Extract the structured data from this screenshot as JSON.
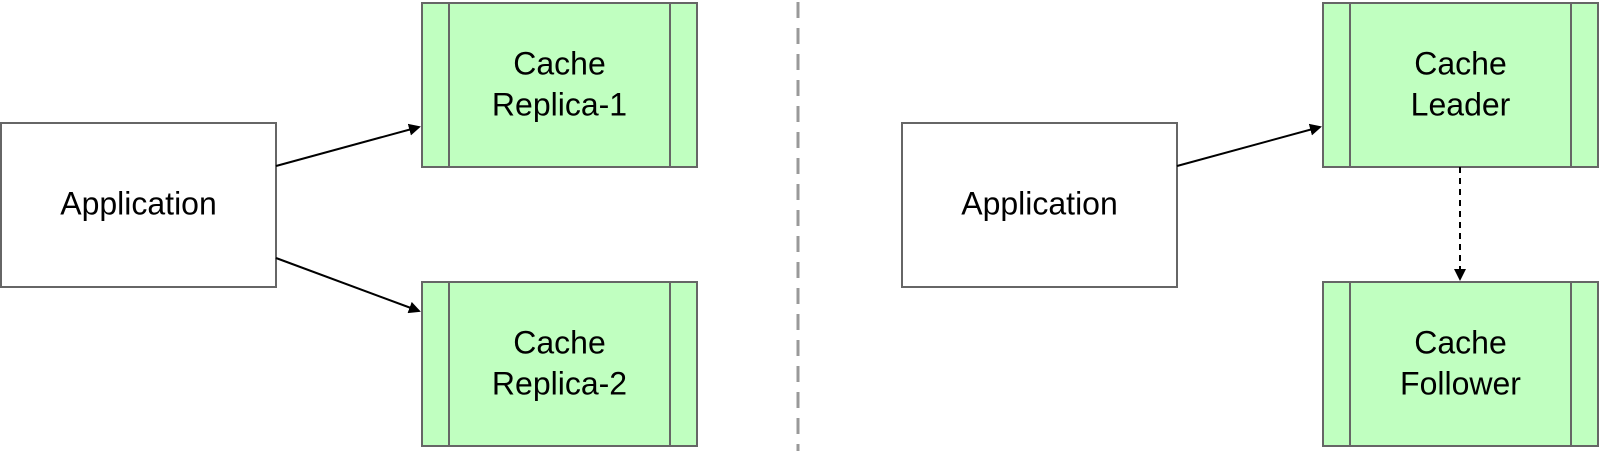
{
  "left_panel": {
    "application": {
      "label": "Application"
    },
    "replica_1": {
      "line1": "Cache",
      "line2": "Replica-1"
    },
    "replica_2": {
      "line1": "Cache",
      "line2": "Replica-2"
    }
  },
  "right_panel": {
    "application": {
      "label": "Application"
    },
    "leader": {
      "line1": "Cache",
      "line2": "Leader"
    },
    "follower": {
      "line1": "Cache",
      "line2": "Follower"
    }
  },
  "colors": {
    "app_fill": "#ffffff",
    "cache_fill": "#c0ffc0",
    "border": "#666666",
    "arrow": "#000000",
    "divider": "#999999"
  }
}
